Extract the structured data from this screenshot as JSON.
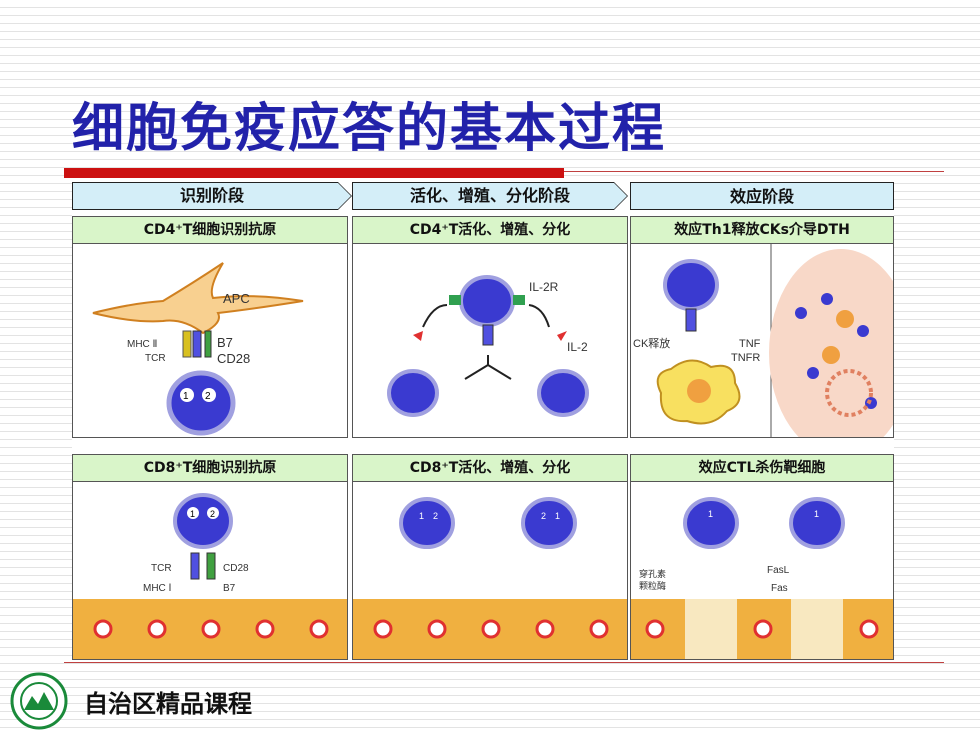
{
  "slide": {
    "title": "细胞免疫应答的基本过程",
    "footer": "自治区精品课程"
  },
  "stages": [
    {
      "label": "识别阶段"
    },
    {
      "label": "活化、增殖、分化阶段"
    },
    {
      "label": "效应阶段"
    }
  ],
  "panels": {
    "cd4_recognition": {
      "title": "CD4⁺T细胞识别抗原",
      "labels": {
        "apc": "APC",
        "mhc": "MHC Ⅱ",
        "tcr": "TCR",
        "b7": "B7",
        "cd28": "CD28",
        "n1": "1",
        "n2": "2"
      }
    },
    "cd4_activation": {
      "title": "CD4⁺T活化、增殖、分化",
      "labels": {
        "il2r": "IL-2R",
        "il2": "IL-2"
      }
    },
    "th1_effect": {
      "title": "效应Th1释放CKs介导DTH",
      "labels": {
        "ck": "CK释放",
        "tnf": "TNF",
        "tnfr": "TNFR"
      }
    },
    "cd8_recognition": {
      "title": "CD8⁺T细胞识别抗原",
      "labels": {
        "tcr": "TCR",
        "cd28": "CD28",
        "mhc": "MHC Ⅰ",
        "b7": "B7",
        "n1": "1",
        "n2": "2"
      }
    },
    "cd8_activation": {
      "title": "CD8⁺T活化、增殖、分化",
      "labels": {
        "n1": "1",
        "n2": "2",
        "n3": "2",
        "n4": "1"
      }
    },
    "ctl_effect": {
      "title": "效应CTL杀伤靶细胞",
      "labels": {
        "perforin": "穿孔素",
        "granzyme": "颗粒酶",
        "fasl": "FasL",
        "fas": "Fas",
        "n1": "1",
        "n2": "1"
      }
    }
  },
  "colors": {
    "title": "#2222aa",
    "accent_red": "#cc1111",
    "stage_fill": "#d4eef8",
    "panel_head_fill": "#d9f5c9",
    "cell_blue": "#3a3ad0",
    "tissue_orange": "#f0b040"
  },
  "logo": {
    "icon": "university-seal-icon"
  }
}
